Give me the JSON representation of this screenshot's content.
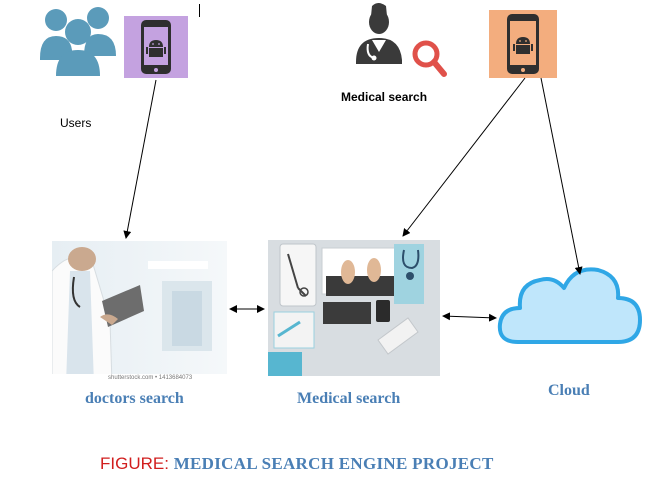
{
  "labels": {
    "users": "Users",
    "medical_search_top": "Medical search",
    "doctors_search": "doctors search",
    "medical_search": "Medical search",
    "cloud": "Cloud"
  },
  "caption": {
    "prefix": "FIGURE:",
    "title": "MEDICAL SEARCH ENGINE PROJECT"
  },
  "photo_credit": "shutterstock.com • 1413684073",
  "colors": {
    "users_icon": "#5b9bba",
    "phone_left_bg": "#c4a2e0",
    "phone_right_bg": "#f3ad7e",
    "phone_body": "#2f2f2f",
    "android": "#b0b0b0",
    "cloud_fill": "#bfe6fb",
    "cloud_stroke": "#2fa7e6",
    "magnifier": "#e0514a",
    "label_blue": "#4a7fb5",
    "caption_red": "#d11e1e"
  },
  "icons": [
    "users-icon",
    "android-phone-icon",
    "doctor-icon",
    "magnifier-icon",
    "cloud-icon"
  ]
}
